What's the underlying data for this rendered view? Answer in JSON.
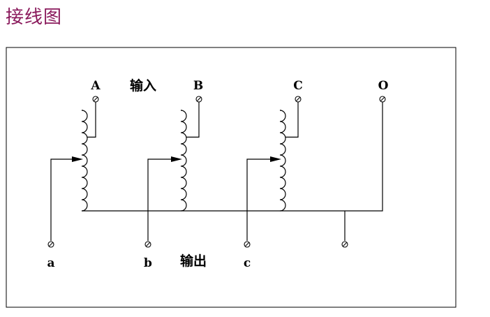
{
  "title": "接线图",
  "labels": {
    "input_heading": "输入",
    "output_heading": "输出"
  },
  "input_terminals": [
    "A",
    "B",
    "C",
    "O"
  ],
  "output_terminals": [
    "a",
    "b",
    "c"
  ],
  "colors": {
    "title": "#8a1a5c",
    "line": "#000000",
    "background": "#ffffff"
  }
}
